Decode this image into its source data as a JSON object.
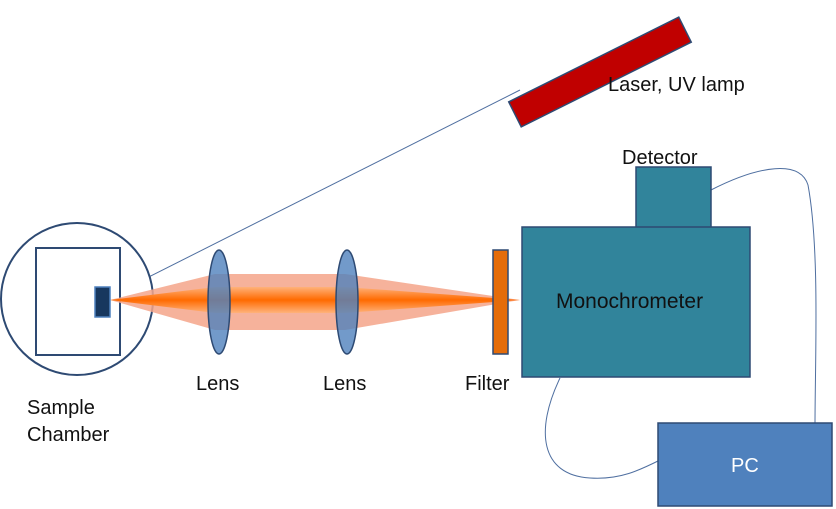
{
  "diagram": {
    "labels": {
      "light_source": "Laser, UV lamp",
      "detector": "Detector",
      "monochromator": "Monochrometer",
      "pc": "PC",
      "lens_1": "Lens",
      "lens_2": "Lens",
      "filter": "Filter",
      "sample_line_1": "Sample",
      "sample_line_2": "Chamber"
    },
    "colors": {
      "light_source": "#c00000",
      "monochromator": "#31849b",
      "detector": "#31849b",
      "pc": "#4f81bd",
      "lens": "#4f81bd",
      "filter": "#e46c0a",
      "beam_outer": "#f4a58a",
      "beam_core": "#ff6a00",
      "outline": "#2e4a73",
      "sample": "#17375e"
    }
  }
}
